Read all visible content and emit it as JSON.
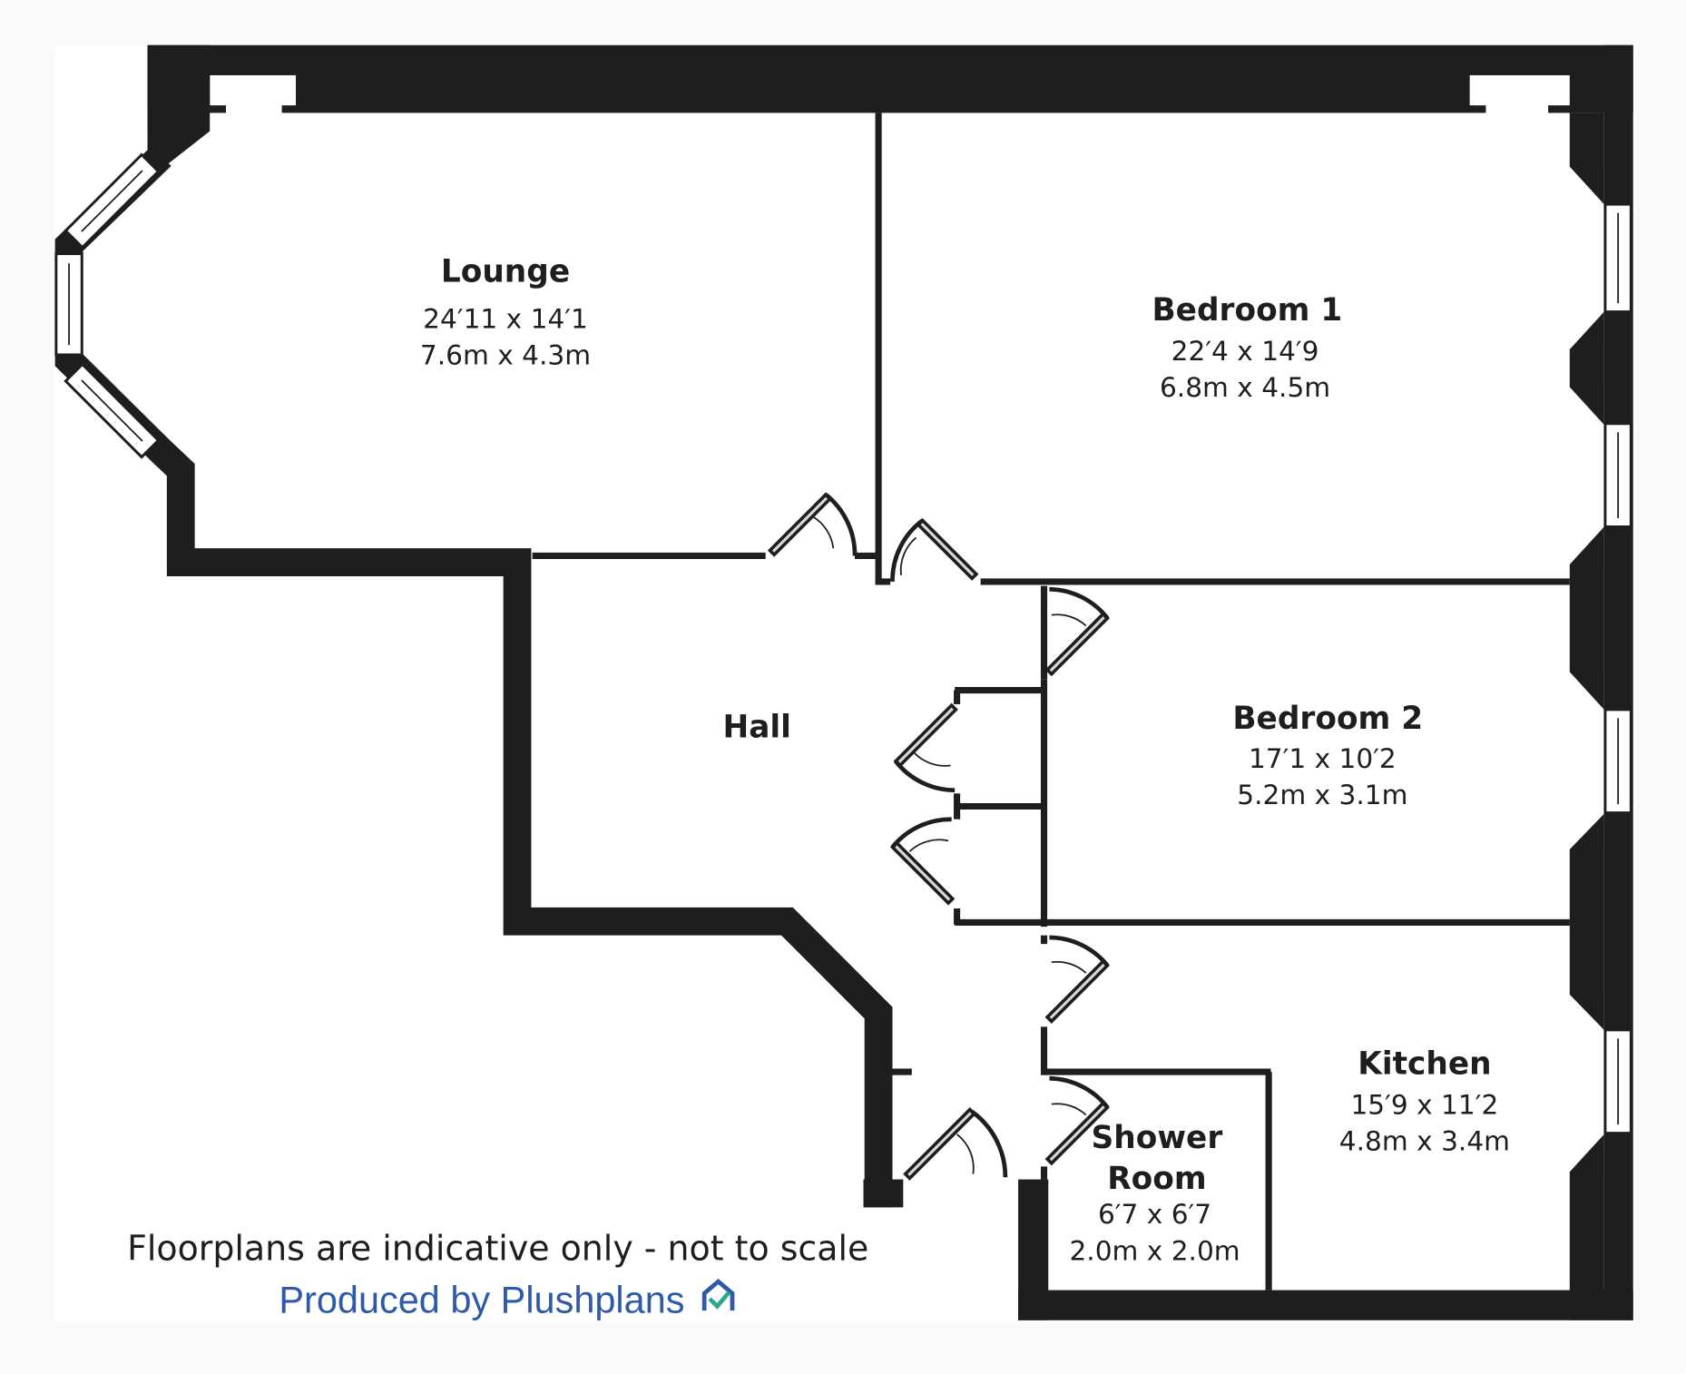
{
  "rooms": {
    "lounge": {
      "name": "Lounge",
      "imperial": "24′11 x 14′1",
      "metric": "7.6m x 4.3m"
    },
    "bedroom1": {
      "name": "Bedroom 1",
      "imperial": "22′4 x 14′9",
      "metric": "6.8m x 4.5m"
    },
    "hall": {
      "name": "Hall"
    },
    "bedroom2": {
      "name": "Bedroom 2",
      "imperial": "17′1 x 10′2",
      "metric": "5.2m x 3.1m"
    },
    "kitchen": {
      "name": "Kitchen",
      "imperial": "15′9 x 11′2",
      "metric": "4.8m x 3.4m"
    },
    "shower": {
      "name_line1": "Shower",
      "name_line2": "Room",
      "imperial": "6′7 x 6′7",
      "metric": "2.0m x 2.0m"
    }
  },
  "footer": {
    "disclaimer": "Floorplans are indicative only - not to scale",
    "credit": "Produced by Plushplans"
  },
  "colors": {
    "wall": "#1e1e1c",
    "credit": "#2f5aa8",
    "logo_check": "#2fa88a"
  }
}
